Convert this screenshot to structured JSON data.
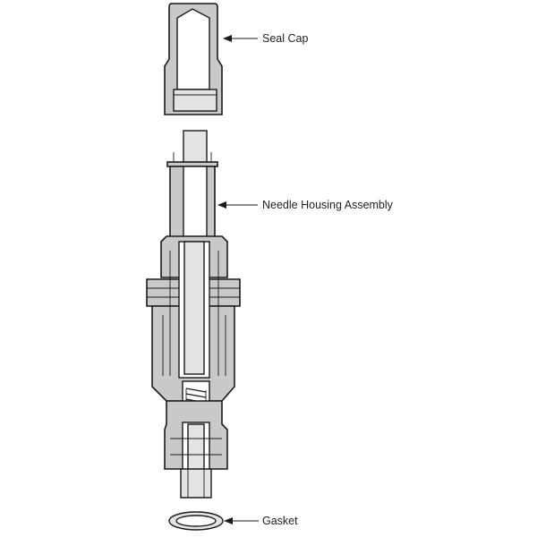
{
  "labels": {
    "seal_cap": "Seal Cap",
    "needle_housing_assembly": "Needle Housing Assembly",
    "gasket": "Gasket"
  },
  "colors": {
    "metal": "#c9c9c9",
    "outline": "#1a1a1a",
    "background": "#ffffff"
  }
}
